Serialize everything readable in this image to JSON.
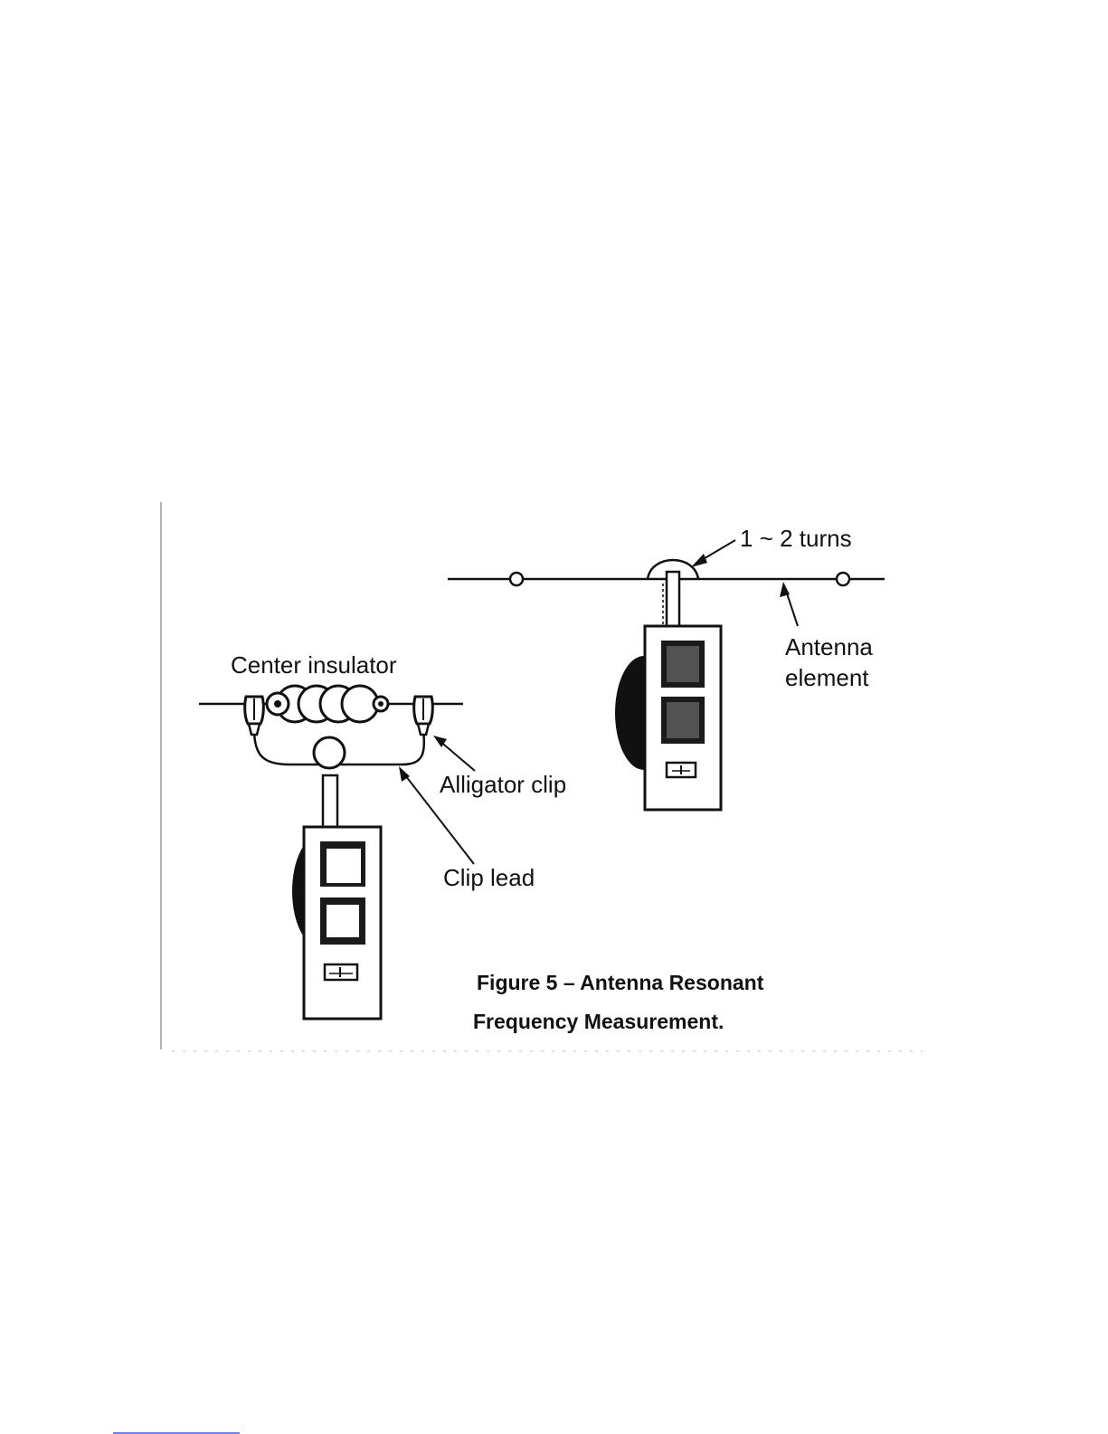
{
  "figure": {
    "labels": {
      "turns": "1 ~ 2 turns",
      "antenna_line1": "Antenna",
      "antenna_line2": "element",
      "center_insulator": "Center insulator",
      "alligator_clip": "Alligator clip",
      "clip_lead": "Clip lead"
    },
    "caption_line1": "Figure 5 – Antenna Resonant",
    "caption_line2": "Frequency Measurement."
  }
}
